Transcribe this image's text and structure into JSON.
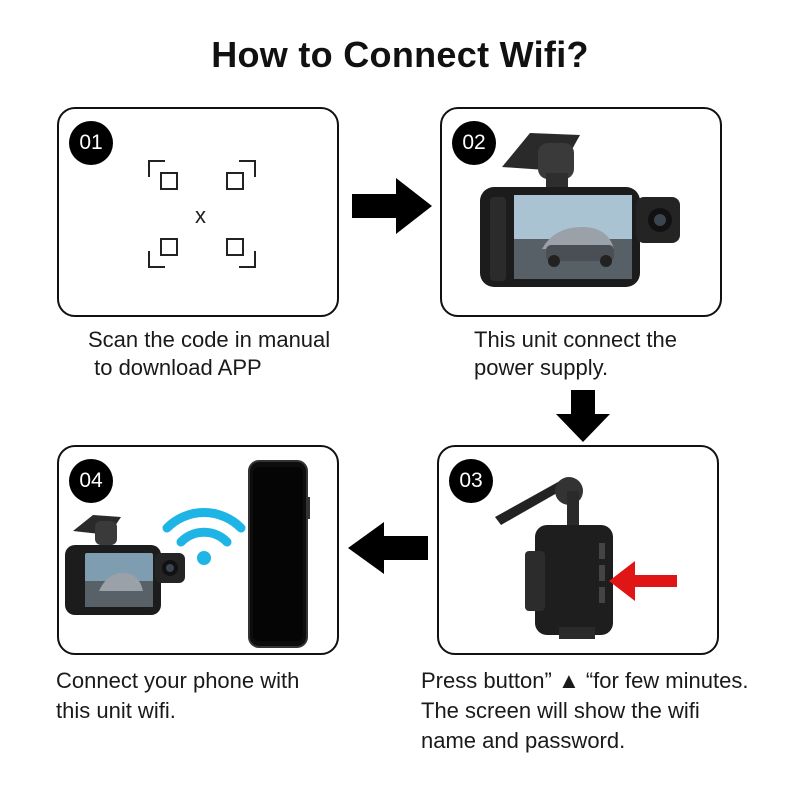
{
  "title": "How to Connect Wifi?",
  "steps": [
    {
      "number": "01",
      "caption": "Scan the code in manual\n to download APP"
    },
    {
      "number": "02",
      "caption": "This unit connect the\npower supply."
    },
    {
      "number": "03",
      "caption": "Press button” ▲ “for few minutes.\nThe screen will show the wifi\nname and password."
    },
    {
      "number": "04",
      "caption": "Connect your phone with\nthis unit wifi."
    }
  ],
  "scan_icon_letter": "x",
  "colors": {
    "wifi": "#1fb4e6",
    "press_arrow": "#e01616",
    "ink": "#111111"
  }
}
